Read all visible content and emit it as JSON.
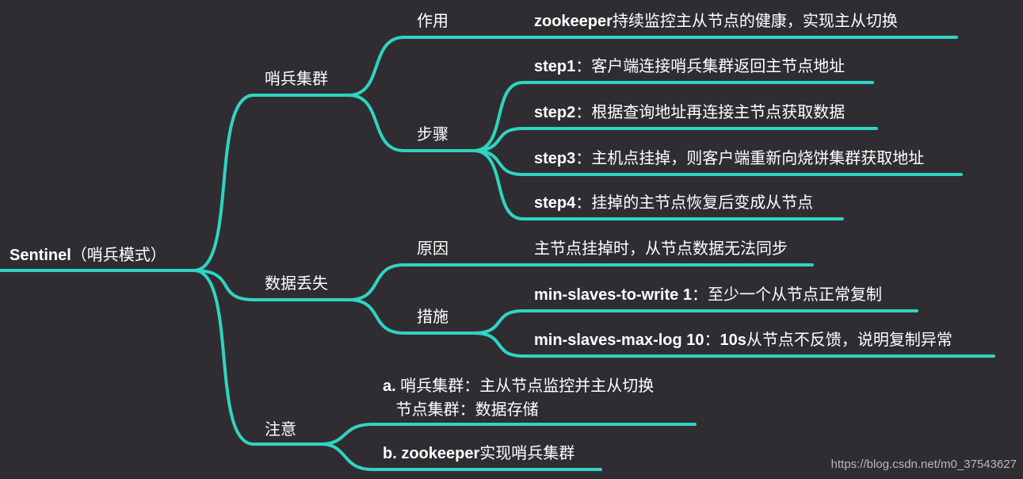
{
  "root": {
    "label": "Sentinel",
    "suffix": "（哨兵模式）"
  },
  "branches": {
    "cluster": {
      "label": "哨兵集群",
      "role": {
        "label": "作用",
        "detail_bold": "zookeeper",
        "detail": "持续监控主从节点的健康，实现主从切换"
      },
      "steps": {
        "label": "步骤",
        "items": [
          {
            "bold": "step1",
            "text": "：客户端连接哨兵集群返回主节点地址"
          },
          {
            "bold": "step2",
            "text": "：根据查询地址再连接主节点获取数据"
          },
          {
            "bold": "step3",
            "text": "：主机点挂掉，则客户端重新向烧饼集群获取地址"
          },
          {
            "bold": "step4",
            "text": "：挂掉的主节点恢复后变成从节点"
          }
        ]
      }
    },
    "dataloss": {
      "label": "数据丢失",
      "cause": {
        "label": "原因",
        "detail": "主节点挂掉时，从节点数据无法同步"
      },
      "measures": {
        "label": "措施",
        "items": [
          {
            "bold": "min-slaves-to-write 1",
            "text": "：至少一个从节点正常复制"
          },
          {
            "bold": "min-slaves-max-log 10",
            "text": "：",
            "bold2": "10s",
            "text2": "从节点不反馈，说明复制异常"
          }
        ]
      }
    },
    "notice": {
      "label": "注意",
      "item_a": {
        "prefix": "a.",
        "line1": " 哨兵集群：主从节点监控并主从切换",
        "line2": "   节点集群：数据存储"
      },
      "item_b": {
        "prefix": "b. zookeeper",
        "text": "实现哨兵集群"
      }
    }
  },
  "watermark": "https://blog.csdn.net/m0_37543627",
  "colors": {
    "background": "#2f2d32",
    "edge": "#2fd4c2",
    "text": "#ffffff"
  }
}
